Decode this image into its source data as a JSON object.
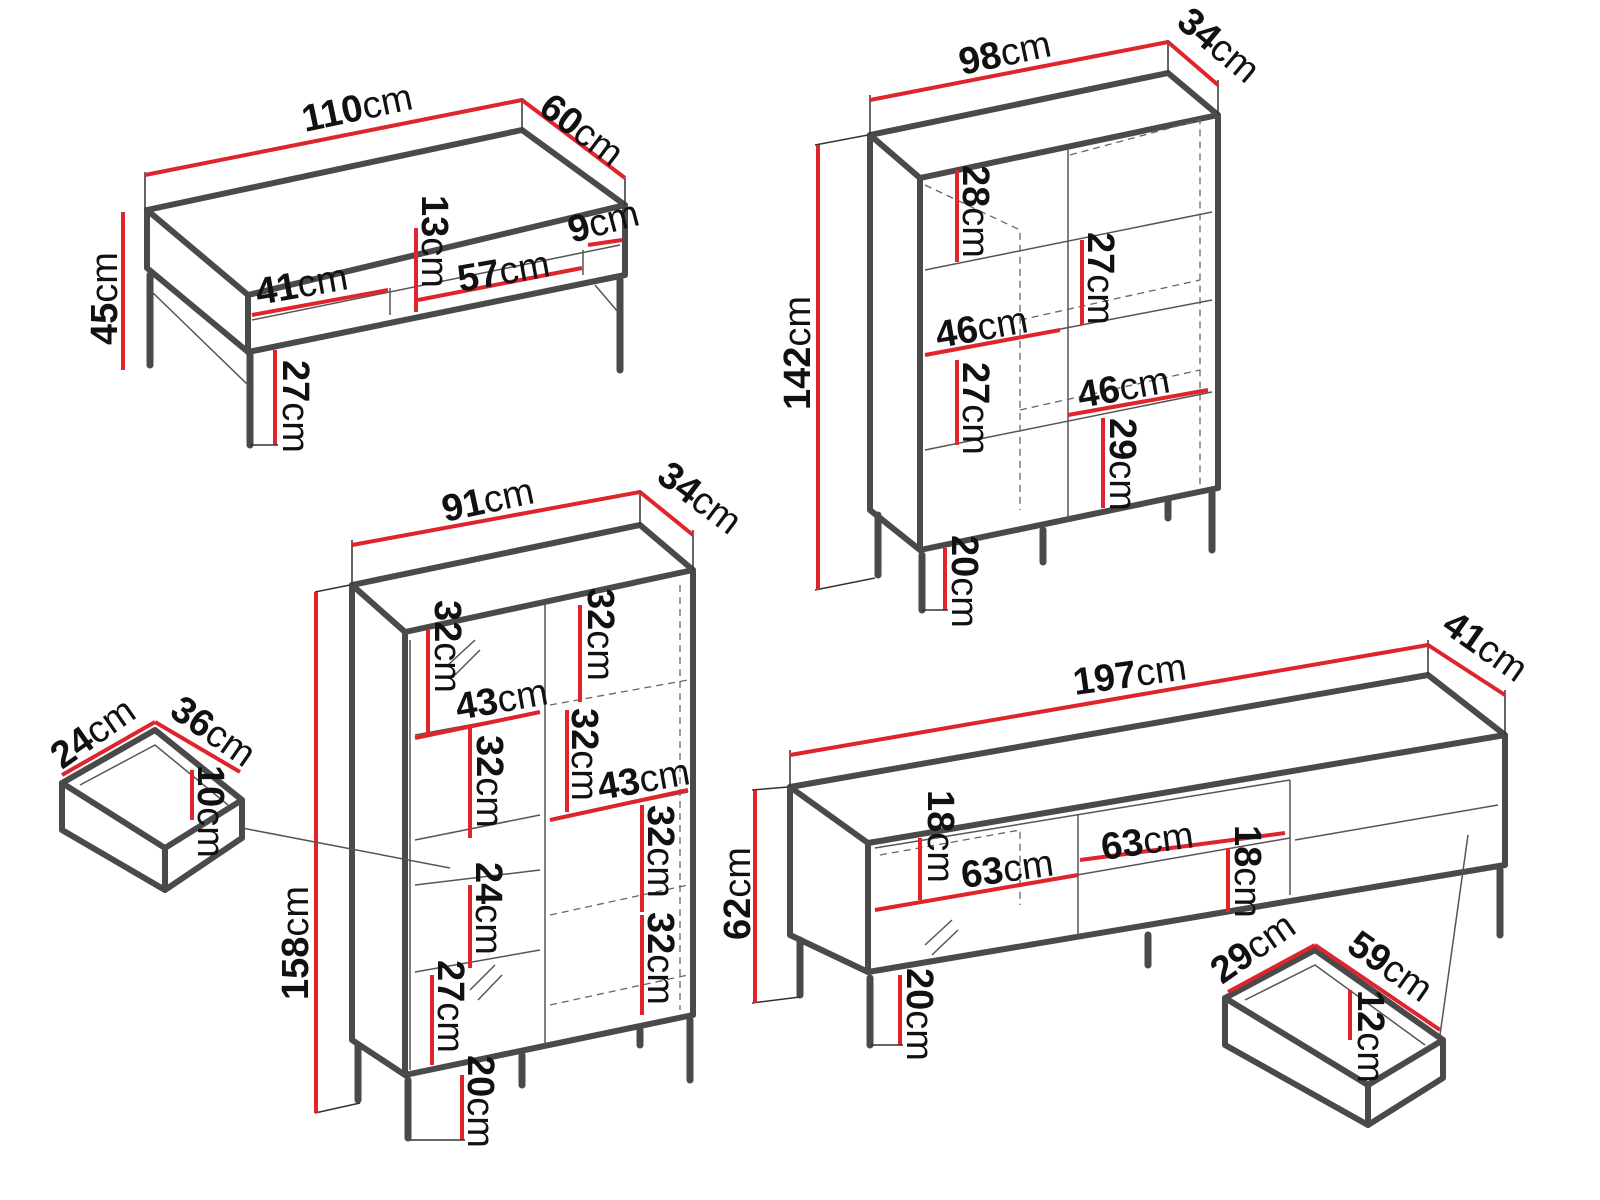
{
  "diagram": {
    "colors": {
      "dimension_line": "#e0242c",
      "outline": "#4a4a4a",
      "text": "#111111"
    },
    "coffee_table": {
      "labels": [
        {
          "value": "110",
          "unit": "cm"
        },
        {
          "value": "60",
          "unit": "cm"
        },
        {
          "value": "45",
          "unit": "cm"
        },
        {
          "value": "13",
          "unit": "cm"
        },
        {
          "value": "9",
          "unit": "cm"
        },
        {
          "value": "41",
          "unit": "cm"
        },
        {
          "value": "57",
          "unit": "cm"
        },
        {
          "value": "27",
          "unit": "cm"
        }
      ]
    },
    "display_cabinet_low": {
      "labels": [
        {
          "value": "98",
          "unit": "cm"
        },
        {
          "value": "34",
          "unit": "cm"
        },
        {
          "value": "142",
          "unit": "cm"
        },
        {
          "value": "28",
          "unit": "cm"
        },
        {
          "value": "27",
          "unit": "cm"
        },
        {
          "value": "46",
          "unit": "cm"
        },
        {
          "value": "27",
          "unit": "cm"
        },
        {
          "value": "46",
          "unit": "cm"
        },
        {
          "value": "29",
          "unit": "cm"
        },
        {
          "value": "20",
          "unit": "cm"
        }
      ]
    },
    "display_cabinet_tall": {
      "labels": [
        {
          "value": "91",
          "unit": "cm"
        },
        {
          "value": "34",
          "unit": "cm"
        },
        {
          "value": "158",
          "unit": "cm"
        },
        {
          "value": "32",
          "unit": "cm"
        },
        {
          "value": "32",
          "unit": "cm"
        },
        {
          "value": "43",
          "unit": "cm"
        },
        {
          "value": "32",
          "unit": "cm"
        },
        {
          "value": "32",
          "unit": "cm"
        },
        {
          "value": "43",
          "unit": "cm"
        },
        {
          "value": "32",
          "unit": "cm"
        },
        {
          "value": "24",
          "unit": "cm"
        },
        {
          "value": "32",
          "unit": "cm"
        },
        {
          "value": "27",
          "unit": "cm"
        },
        {
          "value": "20",
          "unit": "cm"
        }
      ]
    },
    "small_drawer": {
      "labels": [
        {
          "value": "24",
          "unit": "cm"
        },
        {
          "value": "36",
          "unit": "cm"
        },
        {
          "value": "10",
          "unit": "cm"
        }
      ]
    },
    "tv_unit": {
      "labels": [
        {
          "value": "197",
          "unit": "cm"
        },
        {
          "value": "41",
          "unit": "cm"
        },
        {
          "value": "62",
          "unit": "cm"
        },
        {
          "value": "18",
          "unit": "cm"
        },
        {
          "value": "63",
          "unit": "cm"
        },
        {
          "value": "63",
          "unit": "cm"
        },
        {
          "value": "18",
          "unit": "cm"
        },
        {
          "value": "20",
          "unit": "cm"
        }
      ]
    },
    "tv_drawer": {
      "labels": [
        {
          "value": "29",
          "unit": "cm"
        },
        {
          "value": "59",
          "unit": "cm"
        },
        {
          "value": "12",
          "unit": "cm"
        }
      ]
    }
  }
}
